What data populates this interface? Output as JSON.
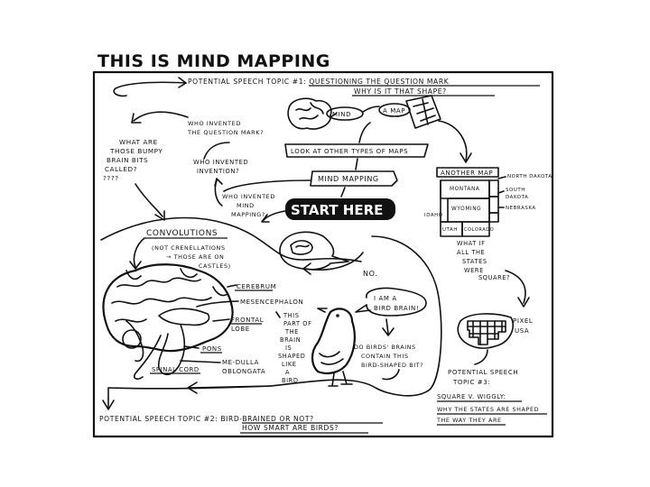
{
  "title": "THIS IS MIND MAPPING",
  "start": "START HERE",
  "topic1": {
    "line1": "POTENTIAL SPEECH TOPIC #1: QUESTIONING THE QUESTION MARK",
    "line2": "WHY IS IT THAT SHAPE?"
  },
  "topic2": {
    "line1": "POTENTIAL SPEECH TOPIC #2: BIRD-BRAINED OR NOT?",
    "line2": "HOW SMART ARE BIRDS?"
  },
  "topic3": {
    "line1": "POTENTIAL SPEECH",
    "line2": "TOPIC #3:",
    "line3": "SQUARE V. WIGGLY:",
    "line4": "WHY THE STATES ARE SHAPED",
    "line5": "THE WAY THEY ARE"
  },
  "mind": "MIND",
  "amap": "A MAP",
  "look": "LOOK AT OTHER TYPES OF MAPS",
  "mindmapping": "MIND MAPPING",
  "whoqm": [
    "WHO INVENTED",
    "THE QUESTION MARK?"
  ],
  "bumpy": [
    "WHAT ARE",
    "THOSE BUMPY",
    "BRAIN BITS",
    "CALLED?",
    "????"
  ],
  "invention": [
    "WHO INVENTED",
    "INVENTION?"
  ],
  "mmwho": [
    "WHO INVENTED",
    "MIND",
    "MAPPING?"
  ],
  "convolutions": "CONVOLUTIONS",
  "crenel": [
    "(NOT CRENELLATIONS",
    "→ THOSE ARE ON",
    "CASTLES)"
  ],
  "no": "NO.",
  "another_map": "ANOTHER MAP",
  "states": {
    "montana": "MONTANA",
    "nd": [
      "NORTH DAKOTA"
    ],
    "sd": [
      "SOUTH",
      "DAKOTA"
    ],
    "wyoming": "WYOMING",
    "nebraska": "NEBRASKA",
    "idaho": "IDAHO",
    "utah": "UTAH",
    "colorado": "COLORADO"
  },
  "whatif": [
    "WHAT IF",
    "ALL THE",
    "STATES",
    "WERE",
    "SQUARE?"
  ],
  "pixel": [
    "PIXEL",
    "USA"
  ],
  "brain_labels": {
    "cerebrum": "CEREBRUM",
    "mesencephalon": "MESENCEPHALON",
    "frontal": [
      "FRONTAL",
      "LOBE"
    ],
    "pons": "PONS",
    "medulla": [
      "ME-DULLA",
      "OBLONGATA"
    ],
    "spinal": "SPINAL CORD"
  },
  "bird_shape": [
    "THIS",
    "PART OF",
    "THE",
    "BRAIN",
    "IS",
    "SHAPED",
    "LIKE",
    "A",
    "BIRD"
  ],
  "birdbrain": [
    "I AM A",
    "BIRD BRAIN!"
  ],
  "birdshaped": [
    "DO BIRDS' BRAINS",
    "CONTAIN THIS",
    "BIRD-SHAPED BIT?"
  ]
}
